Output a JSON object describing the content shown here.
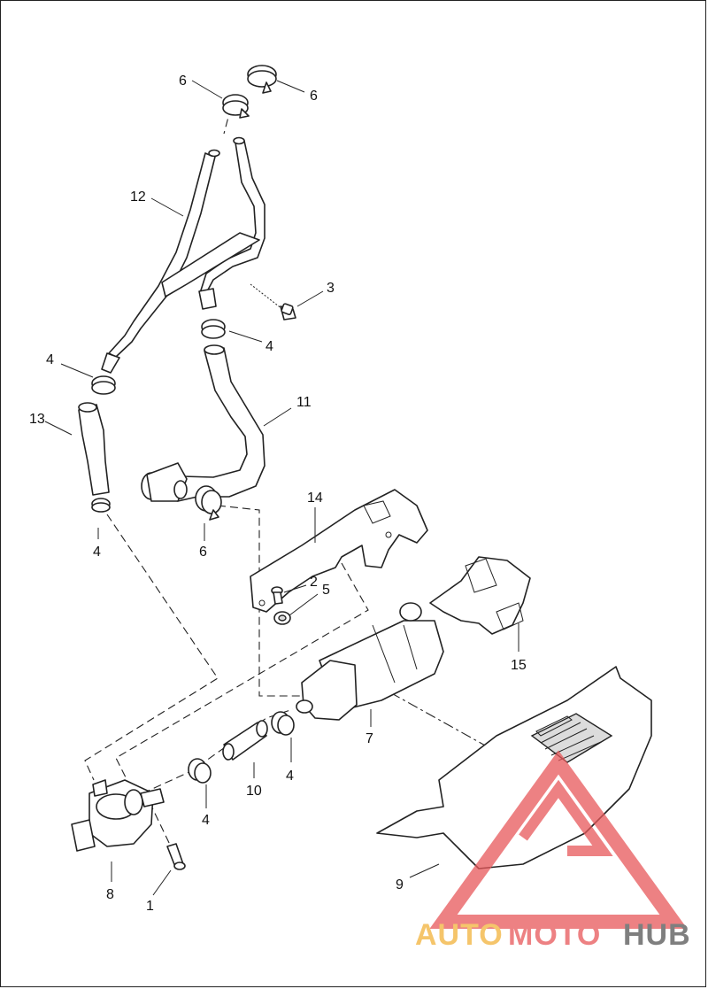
{
  "callouts": [
    {
      "id": "c6a",
      "text": "6"
    },
    {
      "id": "c6b",
      "text": "6"
    },
    {
      "id": "c12",
      "text": "12"
    },
    {
      "id": "c3",
      "text": "3"
    },
    {
      "id": "c4a",
      "text": "4"
    },
    {
      "id": "c4b",
      "text": "4"
    },
    {
      "id": "c13",
      "text": "13"
    },
    {
      "id": "c11",
      "text": "11"
    },
    {
      "id": "c4c",
      "text": "4"
    },
    {
      "id": "c6c",
      "text": "6"
    },
    {
      "id": "c14",
      "text": "14"
    },
    {
      "id": "c2",
      "text": "2"
    },
    {
      "id": "c5",
      "text": "5"
    },
    {
      "id": "c15",
      "text": "15"
    },
    {
      "id": "c7",
      "text": "7"
    },
    {
      "id": "c4d",
      "text": "4"
    },
    {
      "id": "c10",
      "text": "10"
    },
    {
      "id": "c4e",
      "text": "4"
    },
    {
      "id": "c8",
      "text": "8"
    },
    {
      "id": "c1",
      "text": "1"
    },
    {
      "id": "c9",
      "text": "9"
    }
  ],
  "watermark": {
    "part1": "AUTO",
    "part2": "MOTO",
    "part3": "HUB",
    "color_primary": "#f2b23a",
    "color_secondary": "#e8585a",
    "color_dark": "#555555"
  }
}
